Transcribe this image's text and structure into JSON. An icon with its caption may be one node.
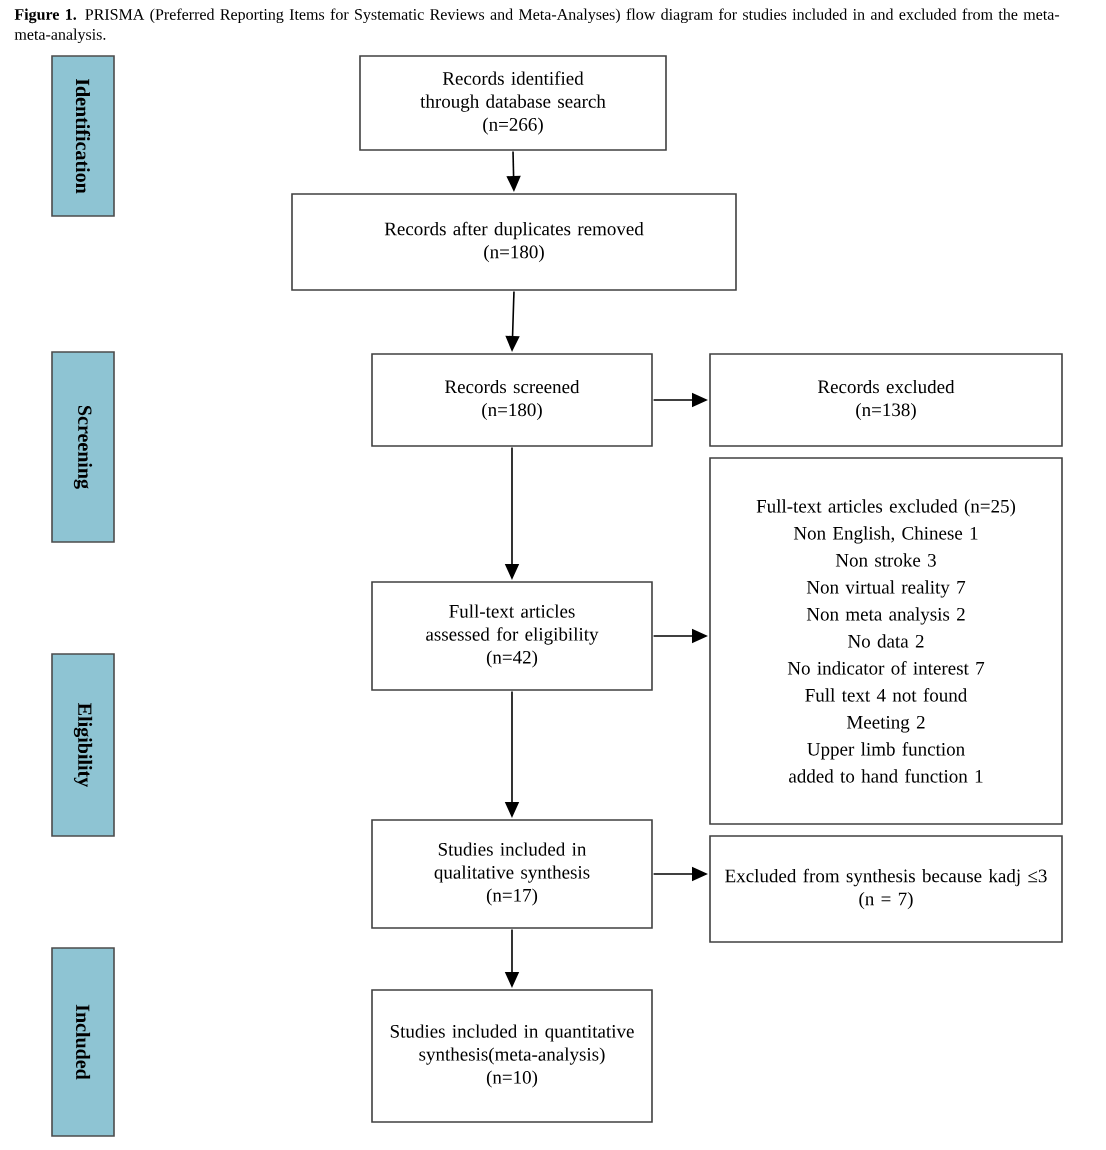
{
  "diagram": {
    "caption": "**Figure 1.** PRISMA (Preferred Reporting Items for Systematic Reviews and Meta-Analyses) flow diagram for studies included in and excluded from the meta-meta-analysis.",
    "nodes": [
      {
        "text": [
          "Identification"
        ]
      },
      {
        "text": [
          "Records identified through database search",
          "(n=266)"
        ]
      },
      {
        "text": [
          "Records after duplicates removed",
          "(n=180)"
        ]
      },
      {
        "text": [
          "Screening"
        ]
      },
      {
        "text": [
          "Records screened",
          "(n=180)"
        ]
      },
      {
        "text": [
          "Records excluded",
          "(n=138)"
        ]
      },
      {
        "text": [
          "Full-text articles excluded (n=25)",
          "Non English, Chinese 1",
          "Non stroke 3",
          "Non virtual reality 7",
          "Non meta analysis 2",
          "No data 2",
          "No indicator of interest 7",
          "Full text 4 not found",
          "Meeting 2",
          "Upper limb function added to hand function 1"
        ]
      },
      {
        "text": [
          "Full-text articles assessed for eligibility",
          "(n=42)"
        ]
      },
      {
        "text": [
          "Eligibility"
        ]
      },
      {
        "text": [
          "Studies included in qualitative synthesis",
          "(n=17)"
        ]
      },
      {
        "text": [
          "Excluded from synthesis because kadj ≤3",
          "(n = 7)"
        ]
      },
      {
        "text": [
          "Included"
        ]
      },
      {
        "text": [
          "Studies included in quantitative synthesis(meta-analysis)",
          "(n=10)"
        ]
      }
    ],
    "edges": [
      {
        "from": 1,
        "to": 2,
        "arrow": "to"
      },
      {
        "from": 2,
        "to": 4,
        "arrow": "to"
      },
      {
        "from": 4,
        "to": 5,
        "arrow": "to"
      },
      {
        "from": 4,
        "to": 7,
        "arrow": "to"
      },
      {
        "from": 7,
        "to": 6,
        "arrow": "to"
      },
      {
        "from": 7,
        "to": 9,
        "arrow": "to"
      },
      {
        "from": 9,
        "to": 10,
        "arrow": "to"
      },
      {
        "from": 9,
        "to": 12,
        "arrow": "to"
      }
    ]
  }
}
